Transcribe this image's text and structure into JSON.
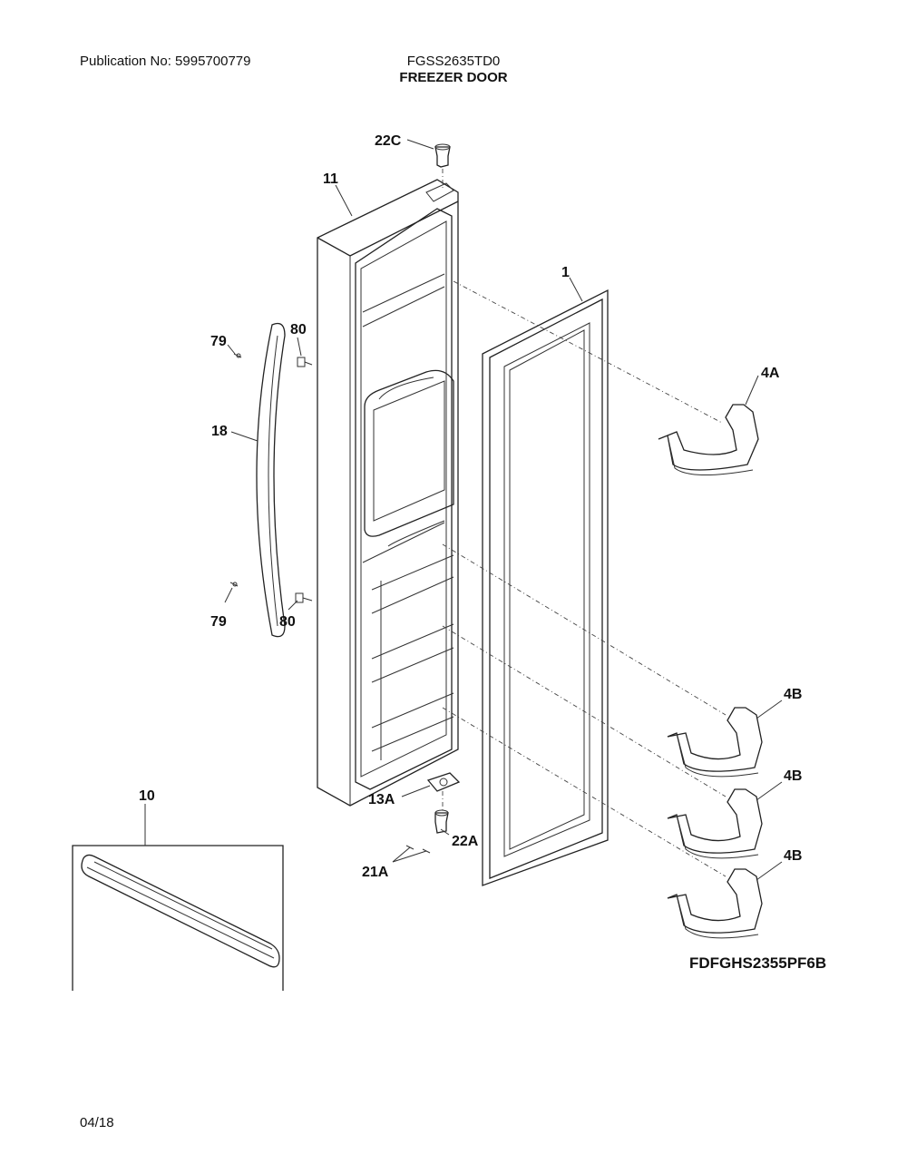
{
  "header": {
    "publication": "Publication No: 5995700779",
    "model": "FGSS2635TD0",
    "section_title": "FREEZER DOOR"
  },
  "callouts": {
    "c22C": "22C",
    "c11": "11",
    "c1": "1",
    "c79a": "79",
    "c80a": "80",
    "c4A": "4A",
    "c18": "18",
    "c79b": "79",
    "c80b": "80",
    "c4B1": "4B",
    "c4B2": "4B",
    "c4B3": "4B",
    "c10": "10",
    "c13A": "13A",
    "c22A": "22A",
    "c21A": "21A"
  },
  "footer": {
    "diagram_code": "FDFGHS2355PF6B",
    "date": "04/18"
  }
}
